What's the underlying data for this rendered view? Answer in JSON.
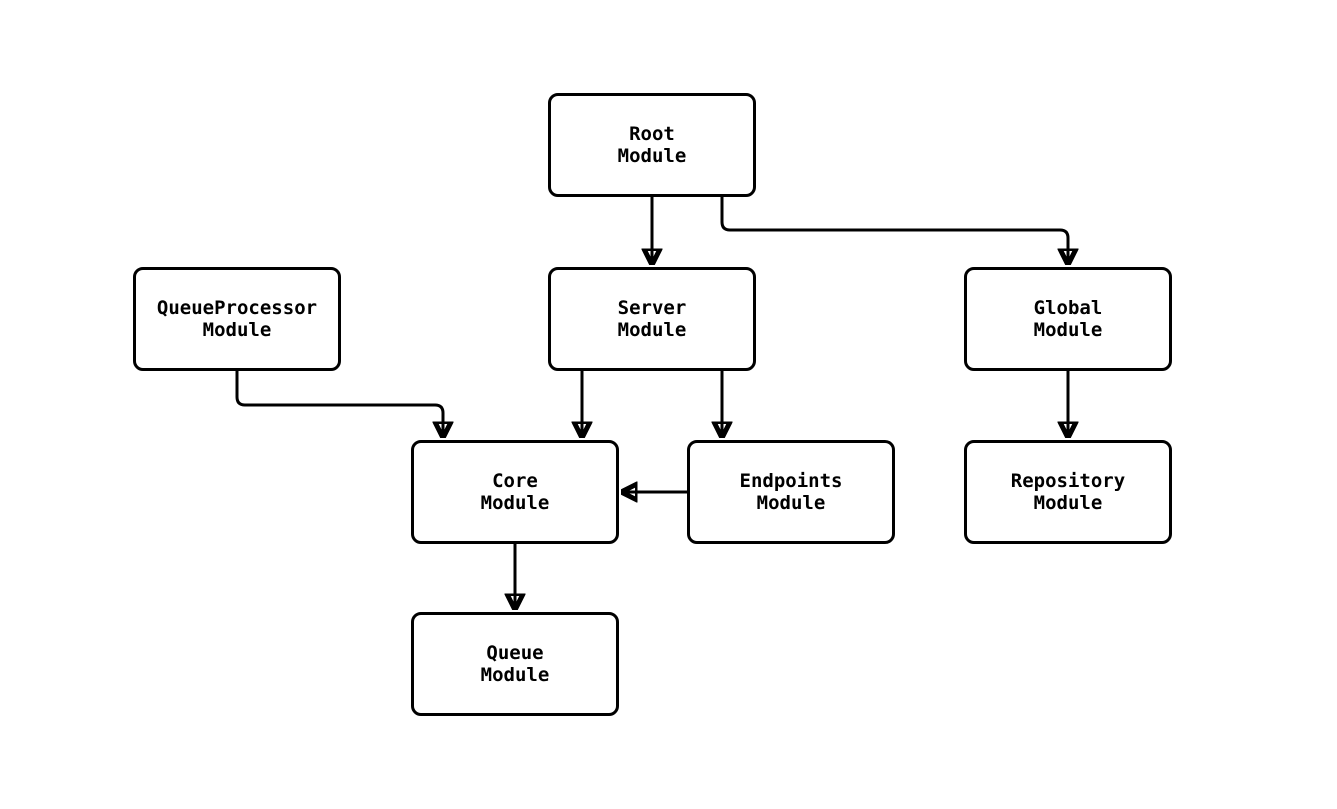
{
  "diagram": {
    "background_color": "#ffffff",
    "line_color": "#000000",
    "node_fill_color": "#ffffff",
    "node_border_color": "#000000",
    "nodes": {
      "root": {
        "line1": "Root",
        "line2": "Module"
      },
      "queue_processor": {
        "line1": "QueueProcessor",
        "line2": "Module"
      },
      "server": {
        "line1": "Server",
        "line2": "Module"
      },
      "global": {
        "line1": "Global",
        "line2": "Module"
      },
      "core": {
        "line1": "Core",
        "line2": "Module"
      },
      "endpoints": {
        "line1": "Endpoints",
        "line2": "Module"
      },
      "repository": {
        "line1": "Repository",
        "line2": "Module"
      },
      "queue": {
        "line1": "Queue",
        "line2": "Module"
      }
    },
    "edges": [
      {
        "from": "root",
        "to": "server"
      },
      {
        "from": "root",
        "to": "global"
      },
      {
        "from": "queue_processor",
        "to": "core"
      },
      {
        "from": "server",
        "to": "core"
      },
      {
        "from": "server",
        "to": "endpoints"
      },
      {
        "from": "endpoints",
        "to": "core"
      },
      {
        "from": "global",
        "to": "repository"
      },
      {
        "from": "core",
        "to": "queue"
      }
    ]
  }
}
